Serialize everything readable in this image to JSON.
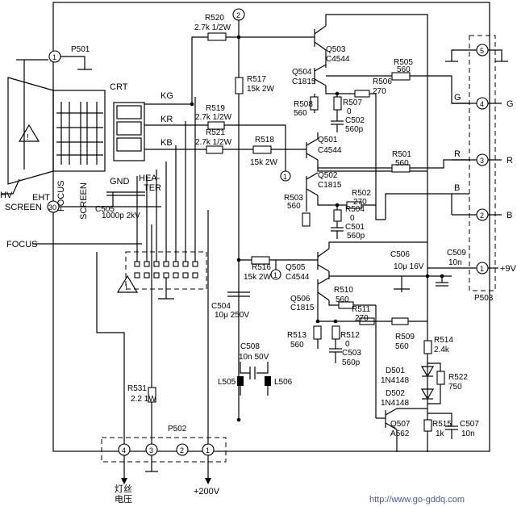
{
  "diagram": {
    "watermark": "http://www.go-gddq.com",
    "crt": {
      "label": "CRT",
      "pins": [
        "KG",
        "KR",
        "KB",
        "GND",
        "HEA-",
        "TER"
      ],
      "side_labels": [
        "FOCUS",
        "SCREEN"
      ],
      "eht": "EHT",
      "hv": "HV"
    },
    "inputs": {
      "screen": "SCREEN",
      "focus": "FOCUS",
      "screen_node": "30"
    },
    "connectors": {
      "p501": {
        "label": "P501",
        "pin": "1"
      },
      "p502": {
        "label": "P502",
        "pins": [
          "4",
          "3",
          "2",
          "1"
        ],
        "bottom_labels": [
          "灯丝",
          "电压"
        ],
        "voltage": "+200V"
      },
      "p503": {
        "label": "P503",
        "pins": [
          "5",
          "4",
          "3",
          "2",
          "1"
        ],
        "signals": [
          "G",
          "R",
          "B",
          "+9V"
        ]
      }
    },
    "resistors": [
      {
        "ref": "R520",
        "value": "2.7k 1/2W"
      },
      {
        "ref": "R519",
        "value": "2.7k 1/2W"
      },
      {
        "ref": "R521",
        "value": "2.7k 1/2W"
      },
      {
        "ref": "R517",
        "value": "15k 2W"
      },
      {
        "ref": "R518",
        "value": "15k 2W"
      },
      {
        "ref": "R516",
        "value": "15k 2W"
      },
      {
        "ref": "R505",
        "value": "560"
      },
      {
        "ref": "R506",
        "value": "270"
      },
      {
        "ref": "R507",
        "value": "0"
      },
      {
        "ref": "R508",
        "value": "560"
      },
      {
        "ref": "R501",
        "value": "560"
      },
      {
        "ref": "R502",
        "value": "270"
      },
      {
        "ref": "R503",
        "value": "560"
      },
      {
        "ref": "R504",
        "value": "0"
      },
      {
        "ref": "R510",
        "value": "560"
      },
      {
        "ref": "R511",
        "value": "270"
      },
      {
        "ref": "R509",
        "value": "560"
      },
      {
        "ref": "R512",
        "value": "0"
      },
      {
        "ref": "R513",
        "value": "560"
      },
      {
        "ref": "R514",
        "value": "2.4k"
      },
      {
        "ref": "R515",
        "value": "1k"
      },
      {
        "ref": "R522",
        "value": "750"
      },
      {
        "ref": "R531",
        "value": "2.2 1W"
      }
    ],
    "transistors": [
      {
        "ref": "Q503",
        "type": "C4544"
      },
      {
        "ref": "Q504",
        "type": "C1815"
      },
      {
        "ref": "Q501",
        "type": "C4544"
      },
      {
        "ref": "Q502",
        "type": "C1815"
      },
      {
        "ref": "Q505",
        "type": "C4544"
      },
      {
        "ref": "Q506",
        "type": "C1815"
      },
      {
        "ref": "Q507",
        "type": "A562"
      }
    ],
    "capacitors": [
      {
        "ref": "C502",
        "value": "560p"
      },
      {
        "ref": "C501",
        "value": "560p"
      },
      {
        "ref": "C503",
        "value": "560p"
      },
      {
        "ref": "C505",
        "value": "1000p 2kV"
      },
      {
        "ref": "C504",
        "value": "10μ 250V"
      },
      {
        "ref": "C506",
        "value": "10μ 16V"
      },
      {
        "ref": "C509",
        "value": "10n"
      },
      {
        "ref": "C507",
        "value": "10n"
      },
      {
        "ref": "C508",
        "value": "10n 50V"
      }
    ],
    "diodes": [
      {
        "ref": "D501",
        "type": "1N4148"
      },
      {
        "ref": "D502",
        "type": "1N4148"
      }
    ],
    "inductors": [
      "L505",
      "L506"
    ],
    "nodes": [
      "2",
      "1",
      "1",
      "1"
    ],
    "outputs": [
      "G",
      "R",
      "B",
      "+9V"
    ]
  }
}
